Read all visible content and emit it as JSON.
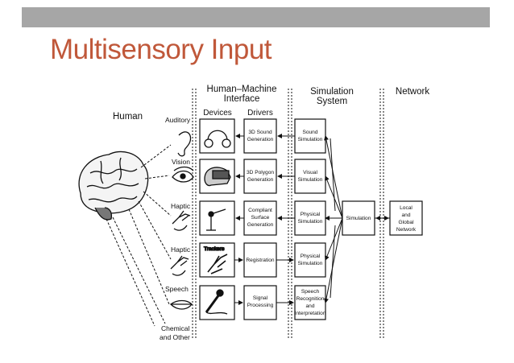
{
  "slide": {
    "title": "Multisensory Input"
  },
  "headers": {
    "human": "Human",
    "hmi_line1": "Human–Machine",
    "hmi_line2": "Interface",
    "devices": "Devices",
    "drivers": "Drivers",
    "sim_line1": "Simulation",
    "sim_line2": "System",
    "network": "Network"
  },
  "senses": {
    "auditory": "Auditory",
    "vision": "Vision",
    "haptic1": "Haptic",
    "haptic2": "Haptic",
    "speech": "Speech",
    "chemical_line1": "Chemical",
    "chemical_line2": "and Other"
  },
  "devices": {
    "trackers": "Trackers"
  },
  "drivers": {
    "sound_gen": [
      "3D Sound",
      "Generation"
    ],
    "polygon_gen": [
      "3D Polygon",
      "Generation"
    ],
    "compliant": [
      "Compliant",
      "Surface",
      "Generation"
    ],
    "registration": [
      "Registration"
    ],
    "signal": [
      "Signal",
      "Processing"
    ]
  },
  "simulations": {
    "sound": [
      "Sound",
      "Simulation"
    ],
    "visual": [
      "Visual",
      "Simulation"
    ],
    "physical1": [
      "Physical",
      "Simulation"
    ],
    "physical2": [
      "Physical",
      "Simulation"
    ],
    "speech": [
      "Speech",
      "Recognition",
      "and",
      "Interpretation"
    ],
    "central": "Simulation"
  },
  "network": {
    "box": [
      "Local",
      "and",
      "Global",
      "Network"
    ]
  }
}
